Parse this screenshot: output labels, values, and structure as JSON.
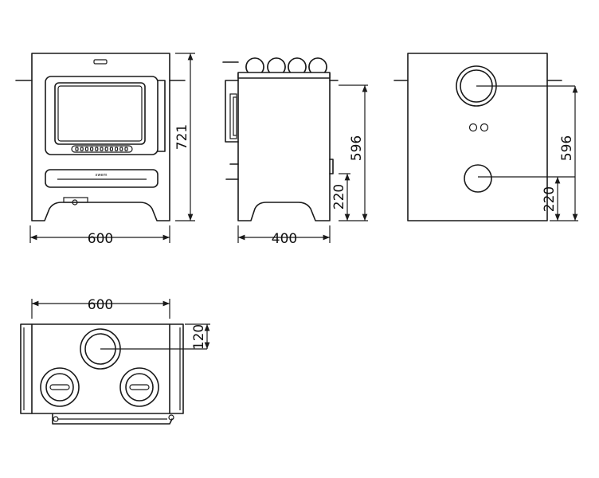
{
  "dimensions": {
    "front_height": "721",
    "front_width": "600",
    "side_height": "596",
    "side_flue": "220",
    "side_depth": "400",
    "rear_height": "596",
    "rear_flue": "220",
    "top_width": "600",
    "top_offset": "120"
  },
  "labels": {
    "brand": "xwem"
  }
}
